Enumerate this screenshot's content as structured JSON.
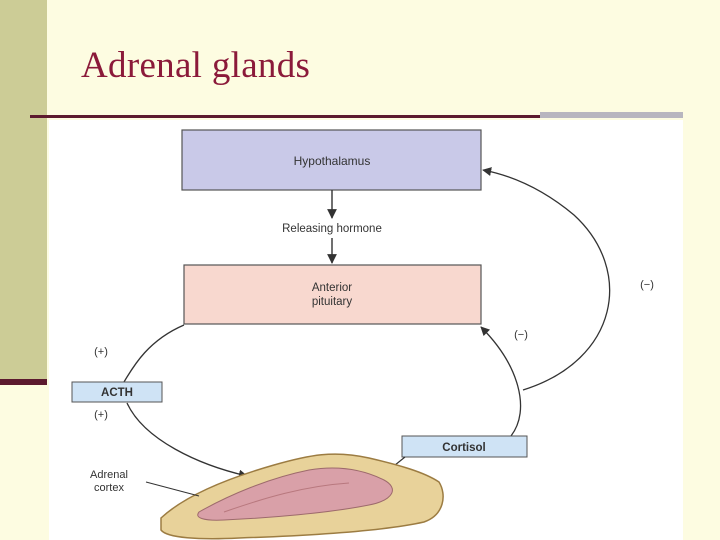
{
  "slide": {
    "title": "Adrenal glands"
  },
  "diagram": {
    "hypothalamus": "Hypothalamus",
    "releasing_hormone": "Releasing hormone",
    "anterior_pituitary_line1": "Anterior",
    "anterior_pituitary_line2": "pituitary",
    "acth": "ACTH",
    "cortisol": "Cortisol",
    "adrenal_cortex_line1": "Adrenal",
    "adrenal_cortex_line2": "cortex",
    "sign_plus_top": "(+)",
    "sign_plus_bottom": "(+)",
    "sign_minus_outer": "(−)",
    "sign_minus_inner": "(−)"
  },
  "colors": {
    "title": "#8b1a3a",
    "hypothalamus_fill": "#c9c9e8",
    "pituitary_fill": "#f8d8cf",
    "label_box_fill": "#cfe3f5",
    "gland_outer": "#e8d29a",
    "gland_inner": "#d9a0a8"
  }
}
